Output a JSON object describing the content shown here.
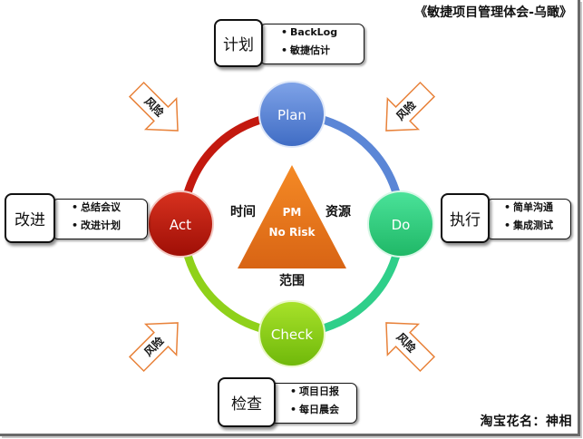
{
  "title": "《敏捷项目管理体会-乌瞰》",
  "credit": "淘宝花名：神相",
  "cycle": {
    "nodes": [
      {
        "id": "plan",
        "label": "Plan",
        "color": "#5b86d6"
      },
      {
        "id": "do",
        "label": "Do",
        "color": "#2fcf7c"
      },
      {
        "id": "check",
        "label": "Check",
        "color": "#8fd11a"
      },
      {
        "id": "act",
        "label": "Act",
        "color": "#c3190f"
      }
    ]
  },
  "center": {
    "line1": "PM",
    "line2": "No Risk",
    "color": "#e8741c",
    "left_label": "时间",
    "right_label": "资源",
    "bottom_label": "范围"
  },
  "risk_label": "风险",
  "risk_color": "#e8823a",
  "callouts": {
    "plan": {
      "heading": "计划",
      "items": [
        "BackLog",
        "敏捷估计"
      ]
    },
    "do": {
      "heading": "执行",
      "items": [
        "简单沟通",
        "集成测试"
      ]
    },
    "check": {
      "heading": "检查",
      "items": [
        "项目日报",
        "每日晨会"
      ]
    },
    "act": {
      "heading": "改进",
      "items": [
        "总结会议",
        "改进计划"
      ]
    }
  }
}
